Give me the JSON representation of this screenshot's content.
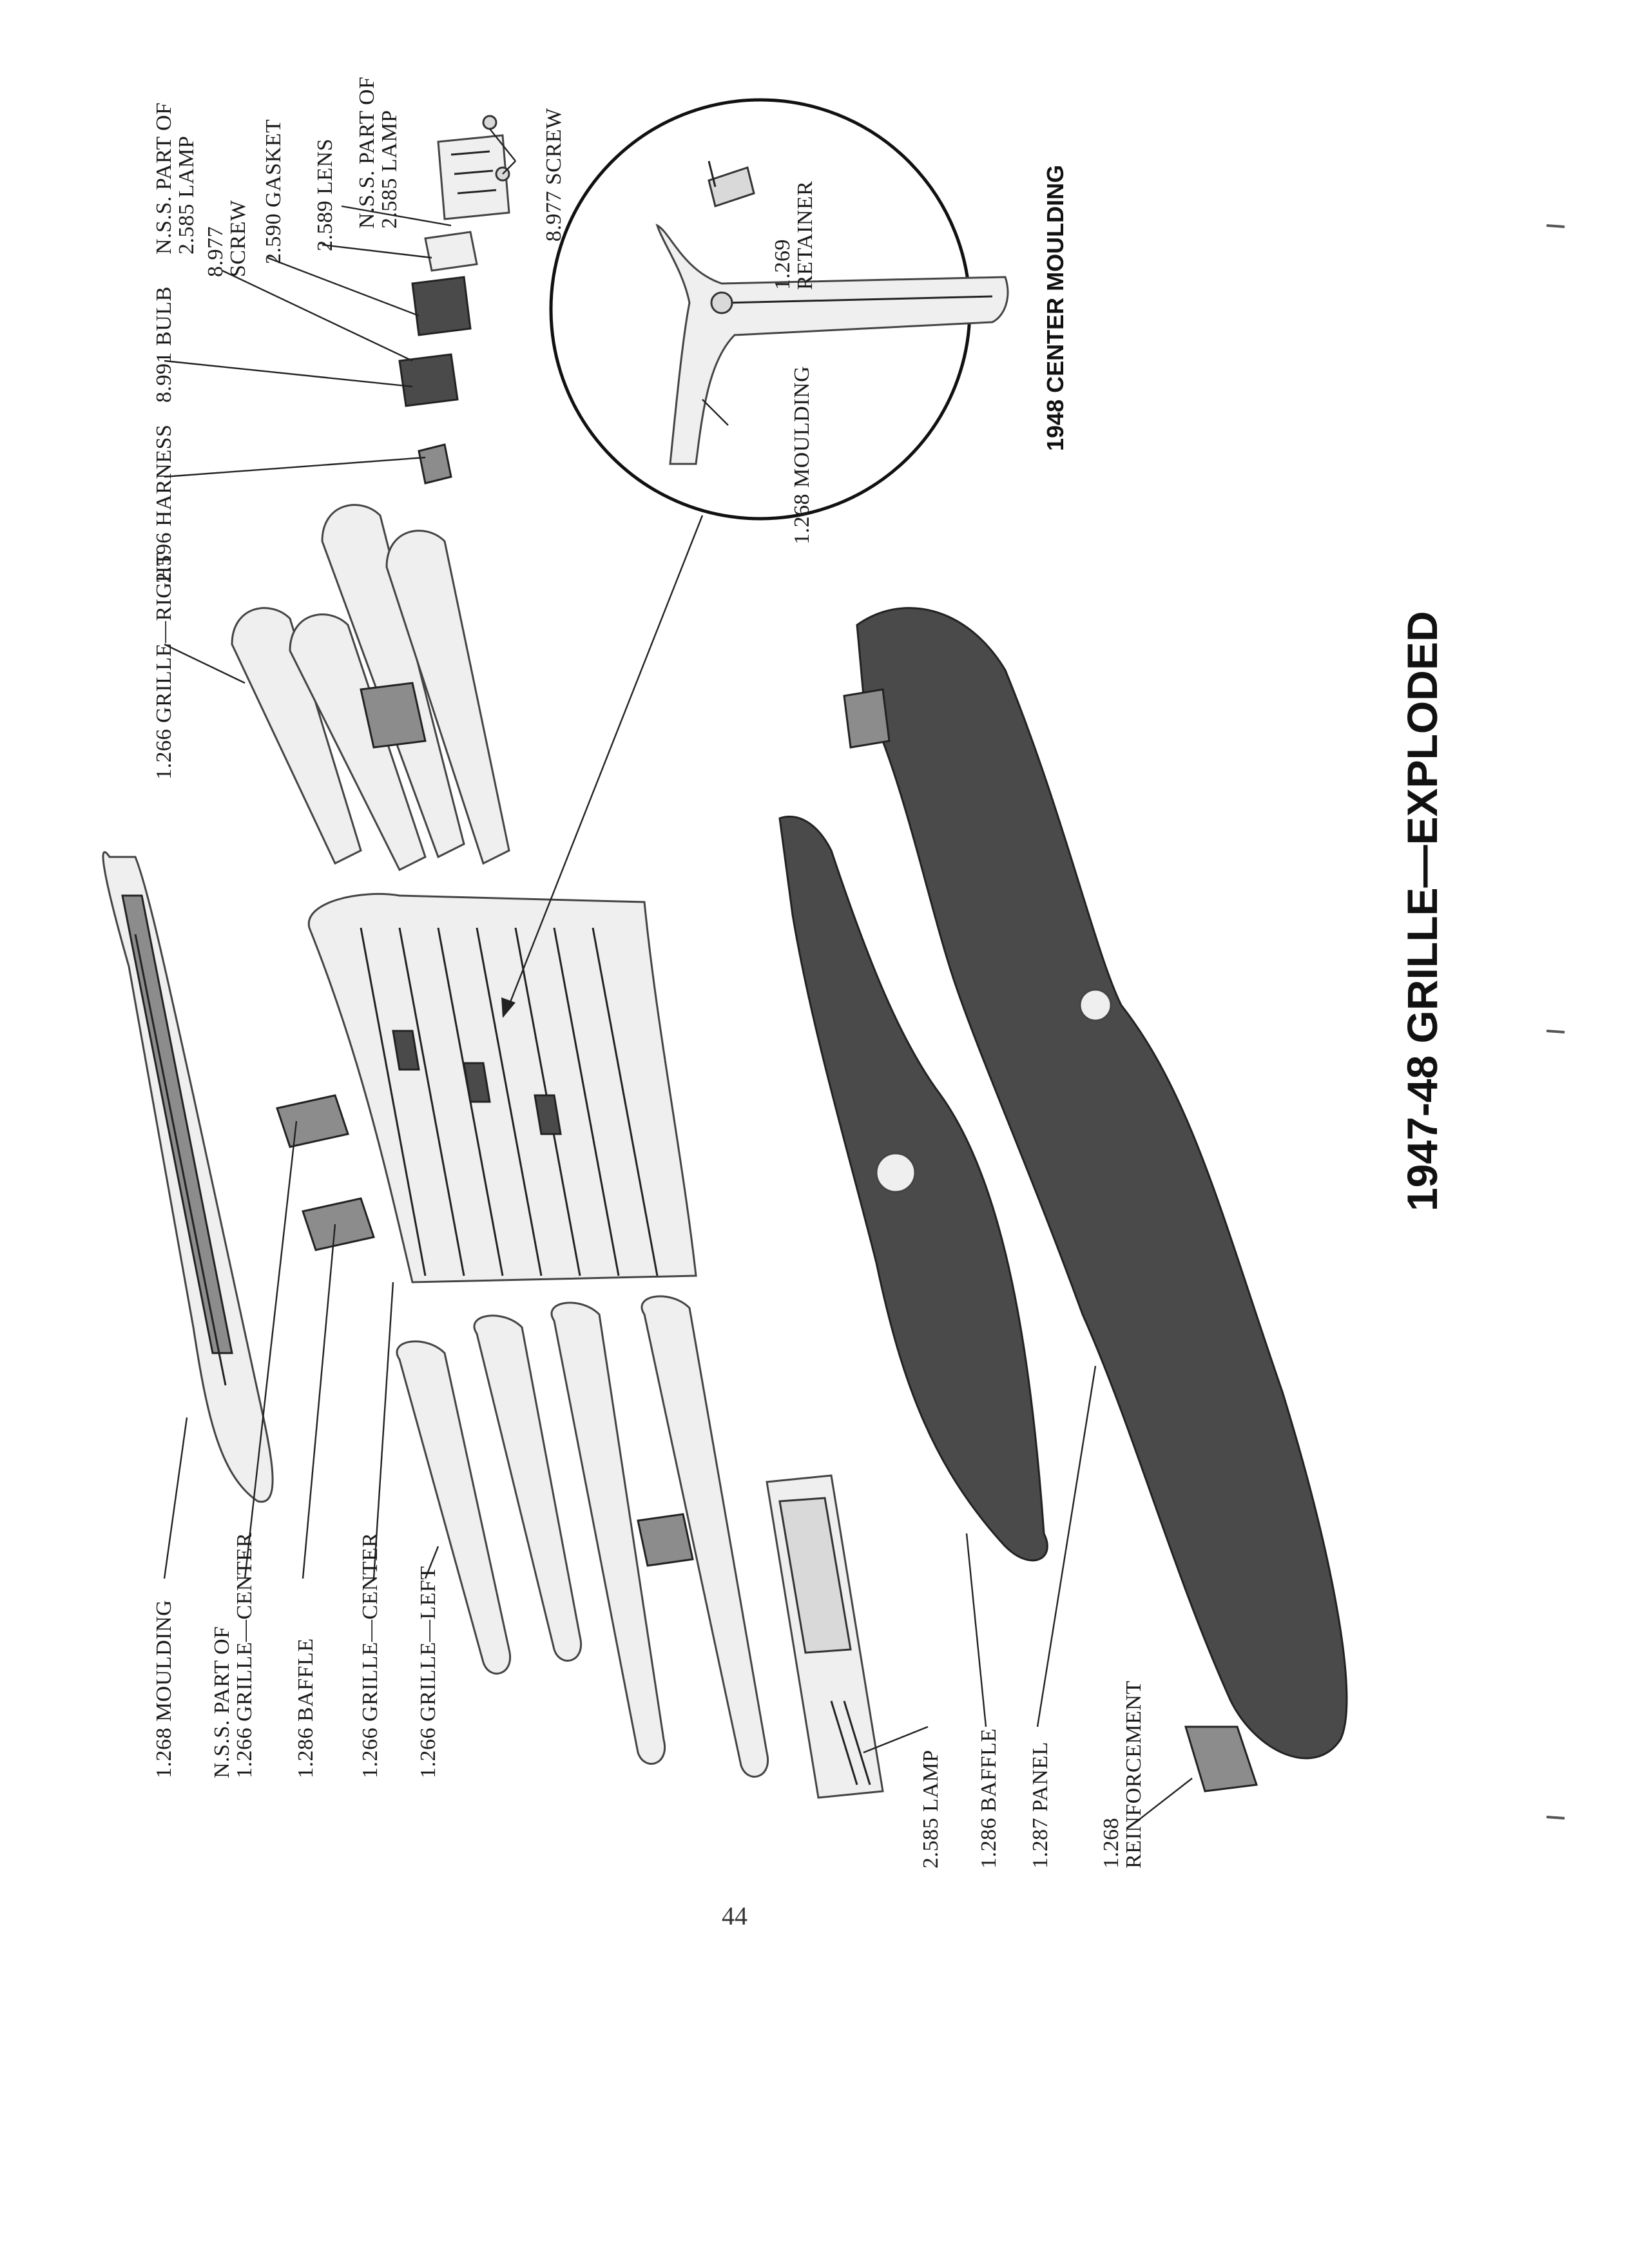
{
  "page": {
    "title": "1947-48 GRILLE—EXPLODED",
    "inset_title": "1948 CENTER MOULDING",
    "page_number": "44"
  },
  "labels": {
    "moulding_left": "1.268 MOULDING",
    "nss_center_1": "N.S.S. PART OF",
    "nss_center_2": "1.266 GRILLE—CENTER",
    "baffle_upper": "1.286 BAFFLE",
    "grille_center": "1.266 GRILLE—CENTER",
    "grille_left": "1.266 GRILLE—LEFT",
    "lamp_bottom": "2.585 LAMP",
    "baffle_lower": "1.286 BAFFLE",
    "panel": "1.287 PANEL",
    "reinf_1": "1.268",
    "reinf_2": "REINFORCEMENT",
    "grille_right": "1.266 GRILLE—RIGHT",
    "harness": "2.596 HARNESS",
    "bulb": "8.991 BULB",
    "screw_a_1": "8.977",
    "screw_a_2": "SCREW",
    "gasket": "2.590 GASKET",
    "lens": "2.589 LENS",
    "nss_lamp_a_1": "N.S.S. PART OF",
    "nss_lamp_a_2": "2.585 LAMP",
    "nss_lamp_b_1": "N.S.S. PART OF",
    "nss_lamp_b_2": "2.585 LAMP",
    "screw_b": "8.977 SCREW",
    "inset_moulding": "1.268 MOULDING",
    "retainer_1": "1.269",
    "retainer_2": "RETAINER"
  }
}
